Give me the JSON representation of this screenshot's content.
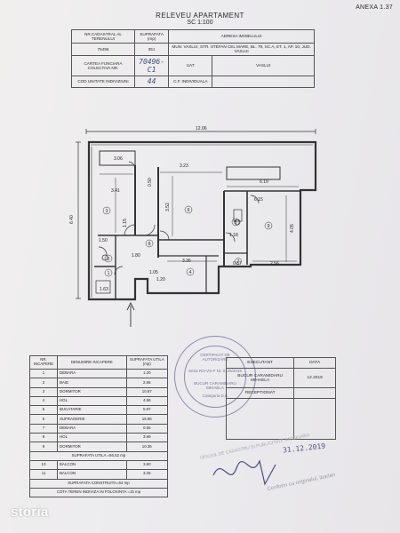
{
  "header": {
    "annex": "ANEXA 1.37",
    "title": "RELEVEU APARTAMENT",
    "scale": "SC 1:100"
  },
  "cadastral": {
    "nr_cadastral_label": "NR.CADASTRAL AL TERENULUI",
    "suprafata_label": "SUPRAFATA (mp)",
    "adresa_label": "ADRESA IMOBILULUI",
    "teren_nr": "75496",
    "teren_suprafata": "351",
    "adresa": "MUN. VASLUI, STR. STEFAN CEL MARE, BL. 79, SC.A, ET. 1, AP. 10, JUD. VASLUI",
    "cf_label": "CARTEA FUNCIARA COLECTIVA NR.",
    "cf_value": "70496-C1",
    "uat_label": "UAT",
    "uat_value": "VASLUI",
    "cod_label": "COD UNITATE INDIVIZIUNI",
    "cod_value": "44",
    "cf_indiv_label": "C.F. INDIVIDUALA"
  },
  "plan": {
    "dims": {
      "total_width": "12.06",
      "total_height": "6.40",
      "d_306": "3.06",
      "d_323": "3.23",
      "d_619": "6.19",
      "d_341": "3.41",
      "d_352": "3.52",
      "d_615": "6.15",
      "d_405": "4.05",
      "d_150": "1.50",
      "d_180": "1.80",
      "d_336": "3.36",
      "d_087": "0.87",
      "d_256": "2.56",
      "d_163": "1.63",
      "d_118": "1.18",
      "d_115": "1.15",
      "d_050": "0.50",
      "d_105": "1.05",
      "d_120": "1.20"
    },
    "rooms": [
      "3",
      "8",
      "6",
      "1",
      "2",
      "4",
      "5",
      "9",
      "7"
    ]
  },
  "rooms_table": {
    "headers": [
      "NR. INCAPERE",
      "DENUMIRE INCAPERE",
      "SUPRAFATA UTILA (mp)"
    ],
    "rows": [
      {
        "nr": "1",
        "name": "DEBARA",
        "area": "1.20"
      },
      {
        "nr": "2",
        "name": "BAIE",
        "area": "2.66"
      },
      {
        "nr": "3",
        "name": "DORMITOR",
        "area": "10.87"
      },
      {
        "nr": "4",
        "name": "HOL",
        "area": "4.96"
      },
      {
        "nr": "5",
        "name": "BUCATARIE",
        "area": "5.97"
      },
      {
        "nr": "6",
        "name": "SUFRAGERIE",
        "area": "15.96"
      },
      {
        "nr": "7",
        "name": "DEBARA",
        "area": "0.56"
      },
      {
        "nr": "8",
        "name": "HOL",
        "area": "3.99"
      },
      {
        "nr": "9",
        "name": "DORMITOR",
        "area": "10.35"
      }
    ],
    "util_total": "SUPRAFATA UTILA =56.52 mp",
    "balconies": [
      {
        "nr": "10",
        "name": "BALCON",
        "area": "3.60"
      },
      {
        "nr": "11",
        "name": "BALCON",
        "area": "3.26"
      }
    ],
    "construit": "SUPRAFATA CONSTRUITA=64 mp",
    "teren": "COTA TEREN INDIVIZA IN FOLOSINTA =15 mp"
  },
  "executant": {
    "col_exec": "EXECUTANT",
    "col_data": "DATA",
    "name": "BUCUR CARAMIDARU MIHAELA",
    "date": "12.2019",
    "receptionat": "RECEPTIONAT",
    "hand_date": "31.12.2019"
  },
  "stamp": {
    "top": "CERTIFICAT DE AUTORIZARE",
    "mid": "Seria RO-VS-F Nr. 0129/2019",
    "name": "BUCUR CARAMIDARU MIHAELA",
    "cat": "Categoria D,C"
  },
  "watermarks": {
    "w1": "OFICIUL DE CADASTRU SI PUBLICITATE IMOBILIARA",
    "w2": "Conform cu originalul, ibarian"
  },
  "brand": "storia"
}
